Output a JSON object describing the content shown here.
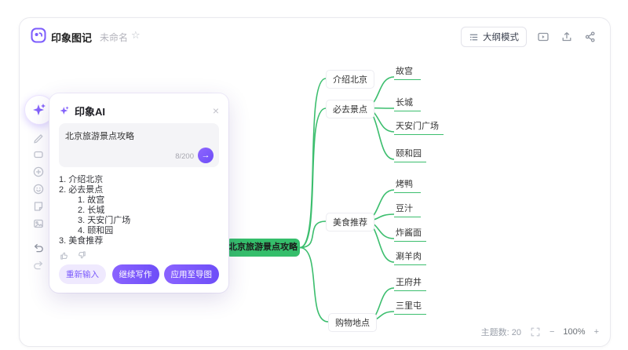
{
  "topbar": {
    "app_name": "印象图记",
    "doc_title": "未命名",
    "star_icon": "☆",
    "outline_mode_label": "大纲模式"
  },
  "dialog": {
    "title": "印象AI",
    "close_icon": "×",
    "input_value": "北京旅游景点攻略",
    "char_count": "8/200",
    "send_icon": "→",
    "outline": [
      {
        "text": "1. 介绍北京"
      },
      {
        "text": "2. 必去景点"
      },
      {
        "text": "1. 故宫"
      },
      {
        "text": "2. 长城"
      },
      {
        "text": "3. 天安门广场"
      },
      {
        "text": "4. 颐和园"
      },
      {
        "text": "3. 美食推荐"
      }
    ],
    "buttons": {
      "reinput": "重新输入",
      "continue": "继续写作",
      "apply": "应用至导图"
    }
  },
  "mindmap": {
    "root": "北京旅游景点攻略",
    "branches": [
      {
        "label": "介绍北京",
        "children": []
      },
      {
        "label": "必去景点",
        "children": [
          "故宫",
          "长城",
          "天安门广场",
          "颐和园"
        ]
      },
      {
        "label": "美食推荐",
        "children": [
          "烤鸭",
          "豆汁",
          "炸酱面",
          "涮羊肉"
        ]
      },
      {
        "label": "购物地点",
        "children": [
          "王府井",
          "三里屯"
        ]
      }
    ]
  },
  "statusbar": {
    "topic_count": "主题数: 20",
    "zoom_out": "−",
    "zoom": "100%",
    "zoom_in": "+"
  },
  "colors": {
    "accent": "#7C5CFC",
    "root_green": "#35BE6B",
    "line_green": "#3CBE6E"
  }
}
